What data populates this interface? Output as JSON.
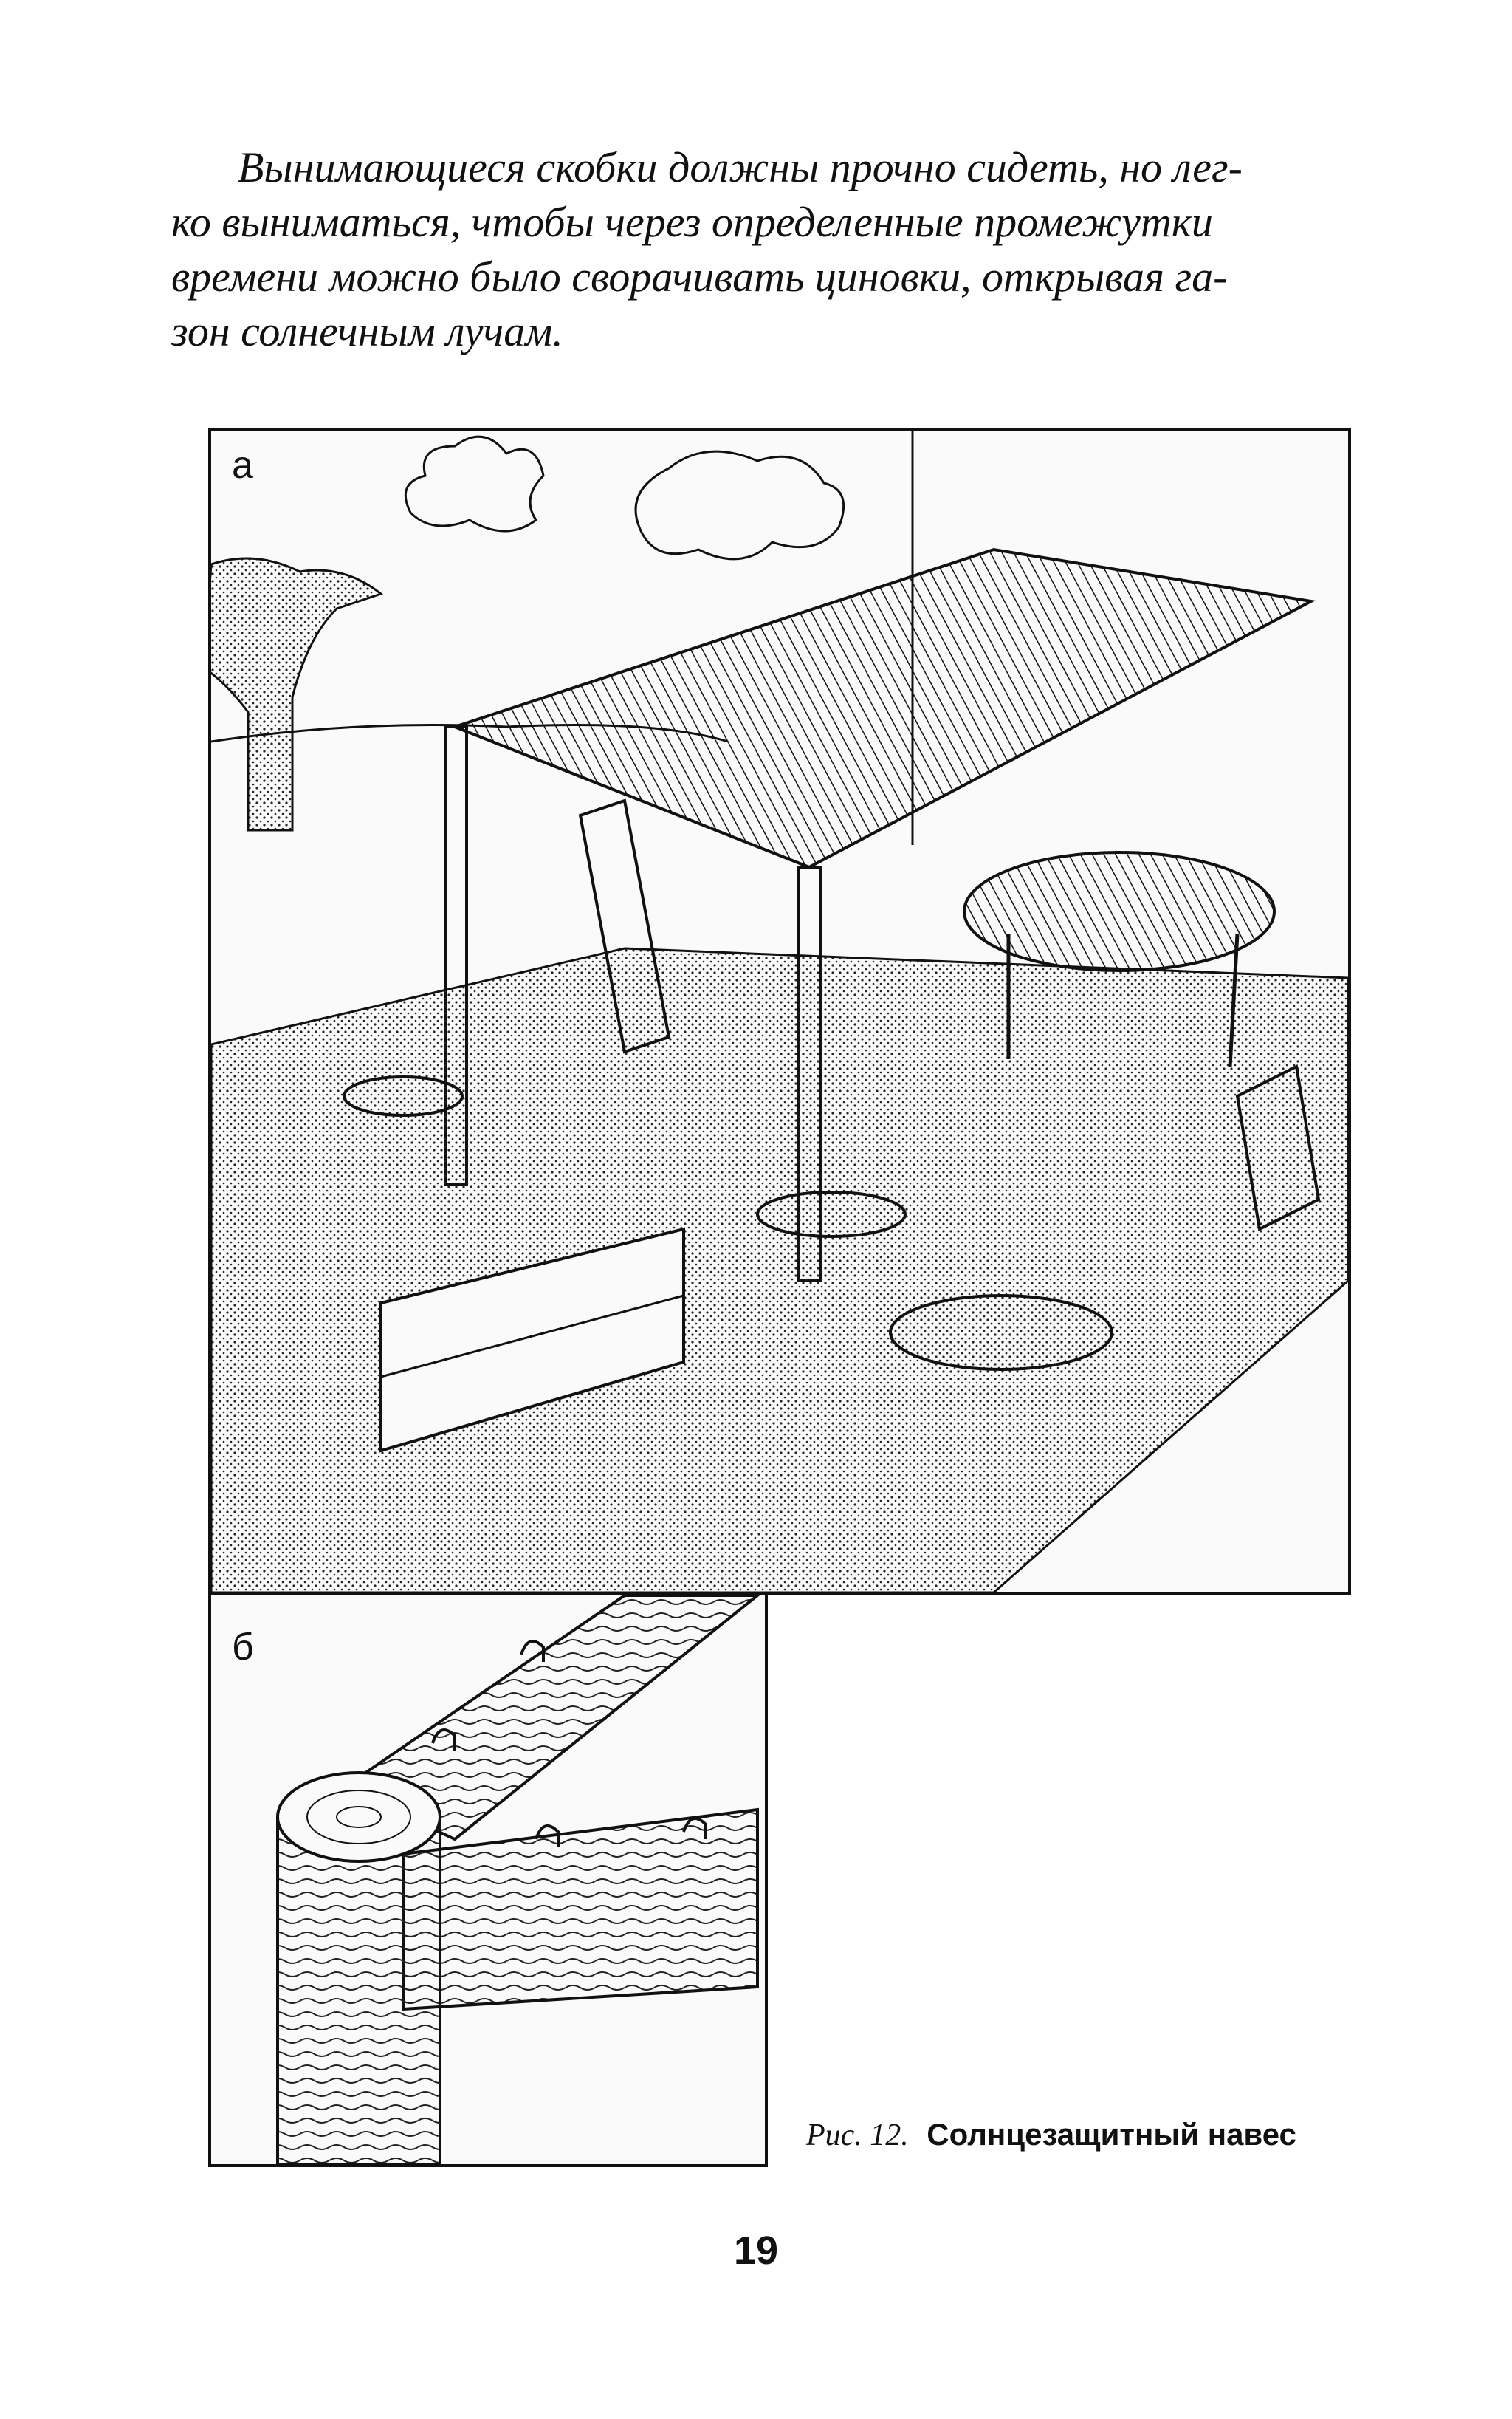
{
  "paragraph": {
    "lines": [
      "Вынимающиеся скобки должны прочно сидеть, но лег-",
      "ко выниматься, чтобы через определенные промежутки",
      "времени можно было сворачивать циновки, открывая га-",
      "зон солнечным лучам."
    ]
  },
  "figure": {
    "panel_a_label": "а",
    "panel_b_label": "б",
    "caption_number": "Рис. 12.",
    "caption_title": "Солнцезащитный навес"
  },
  "page_number": "19"
}
